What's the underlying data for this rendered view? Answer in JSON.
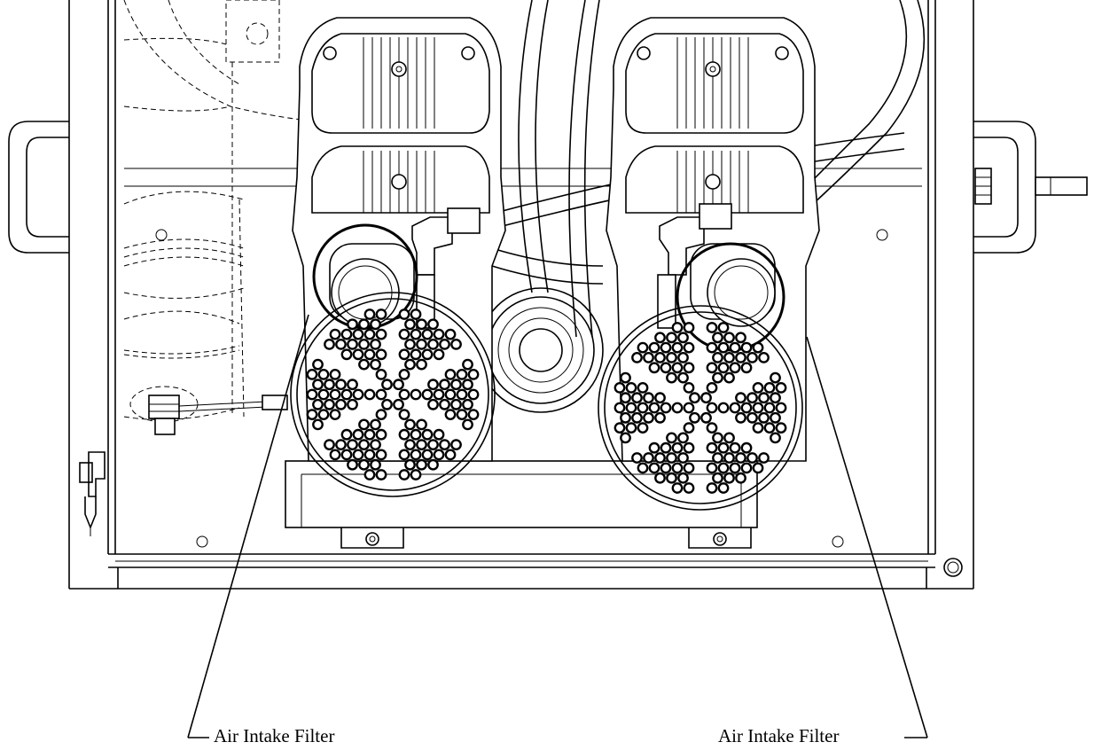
{
  "figure": {
    "callouts": [
      {
        "id": "left-filter",
        "label": "Air Intake Filter"
      },
      {
        "id": "right-filter",
        "label": "Air Intake Filter"
      }
    ]
  }
}
